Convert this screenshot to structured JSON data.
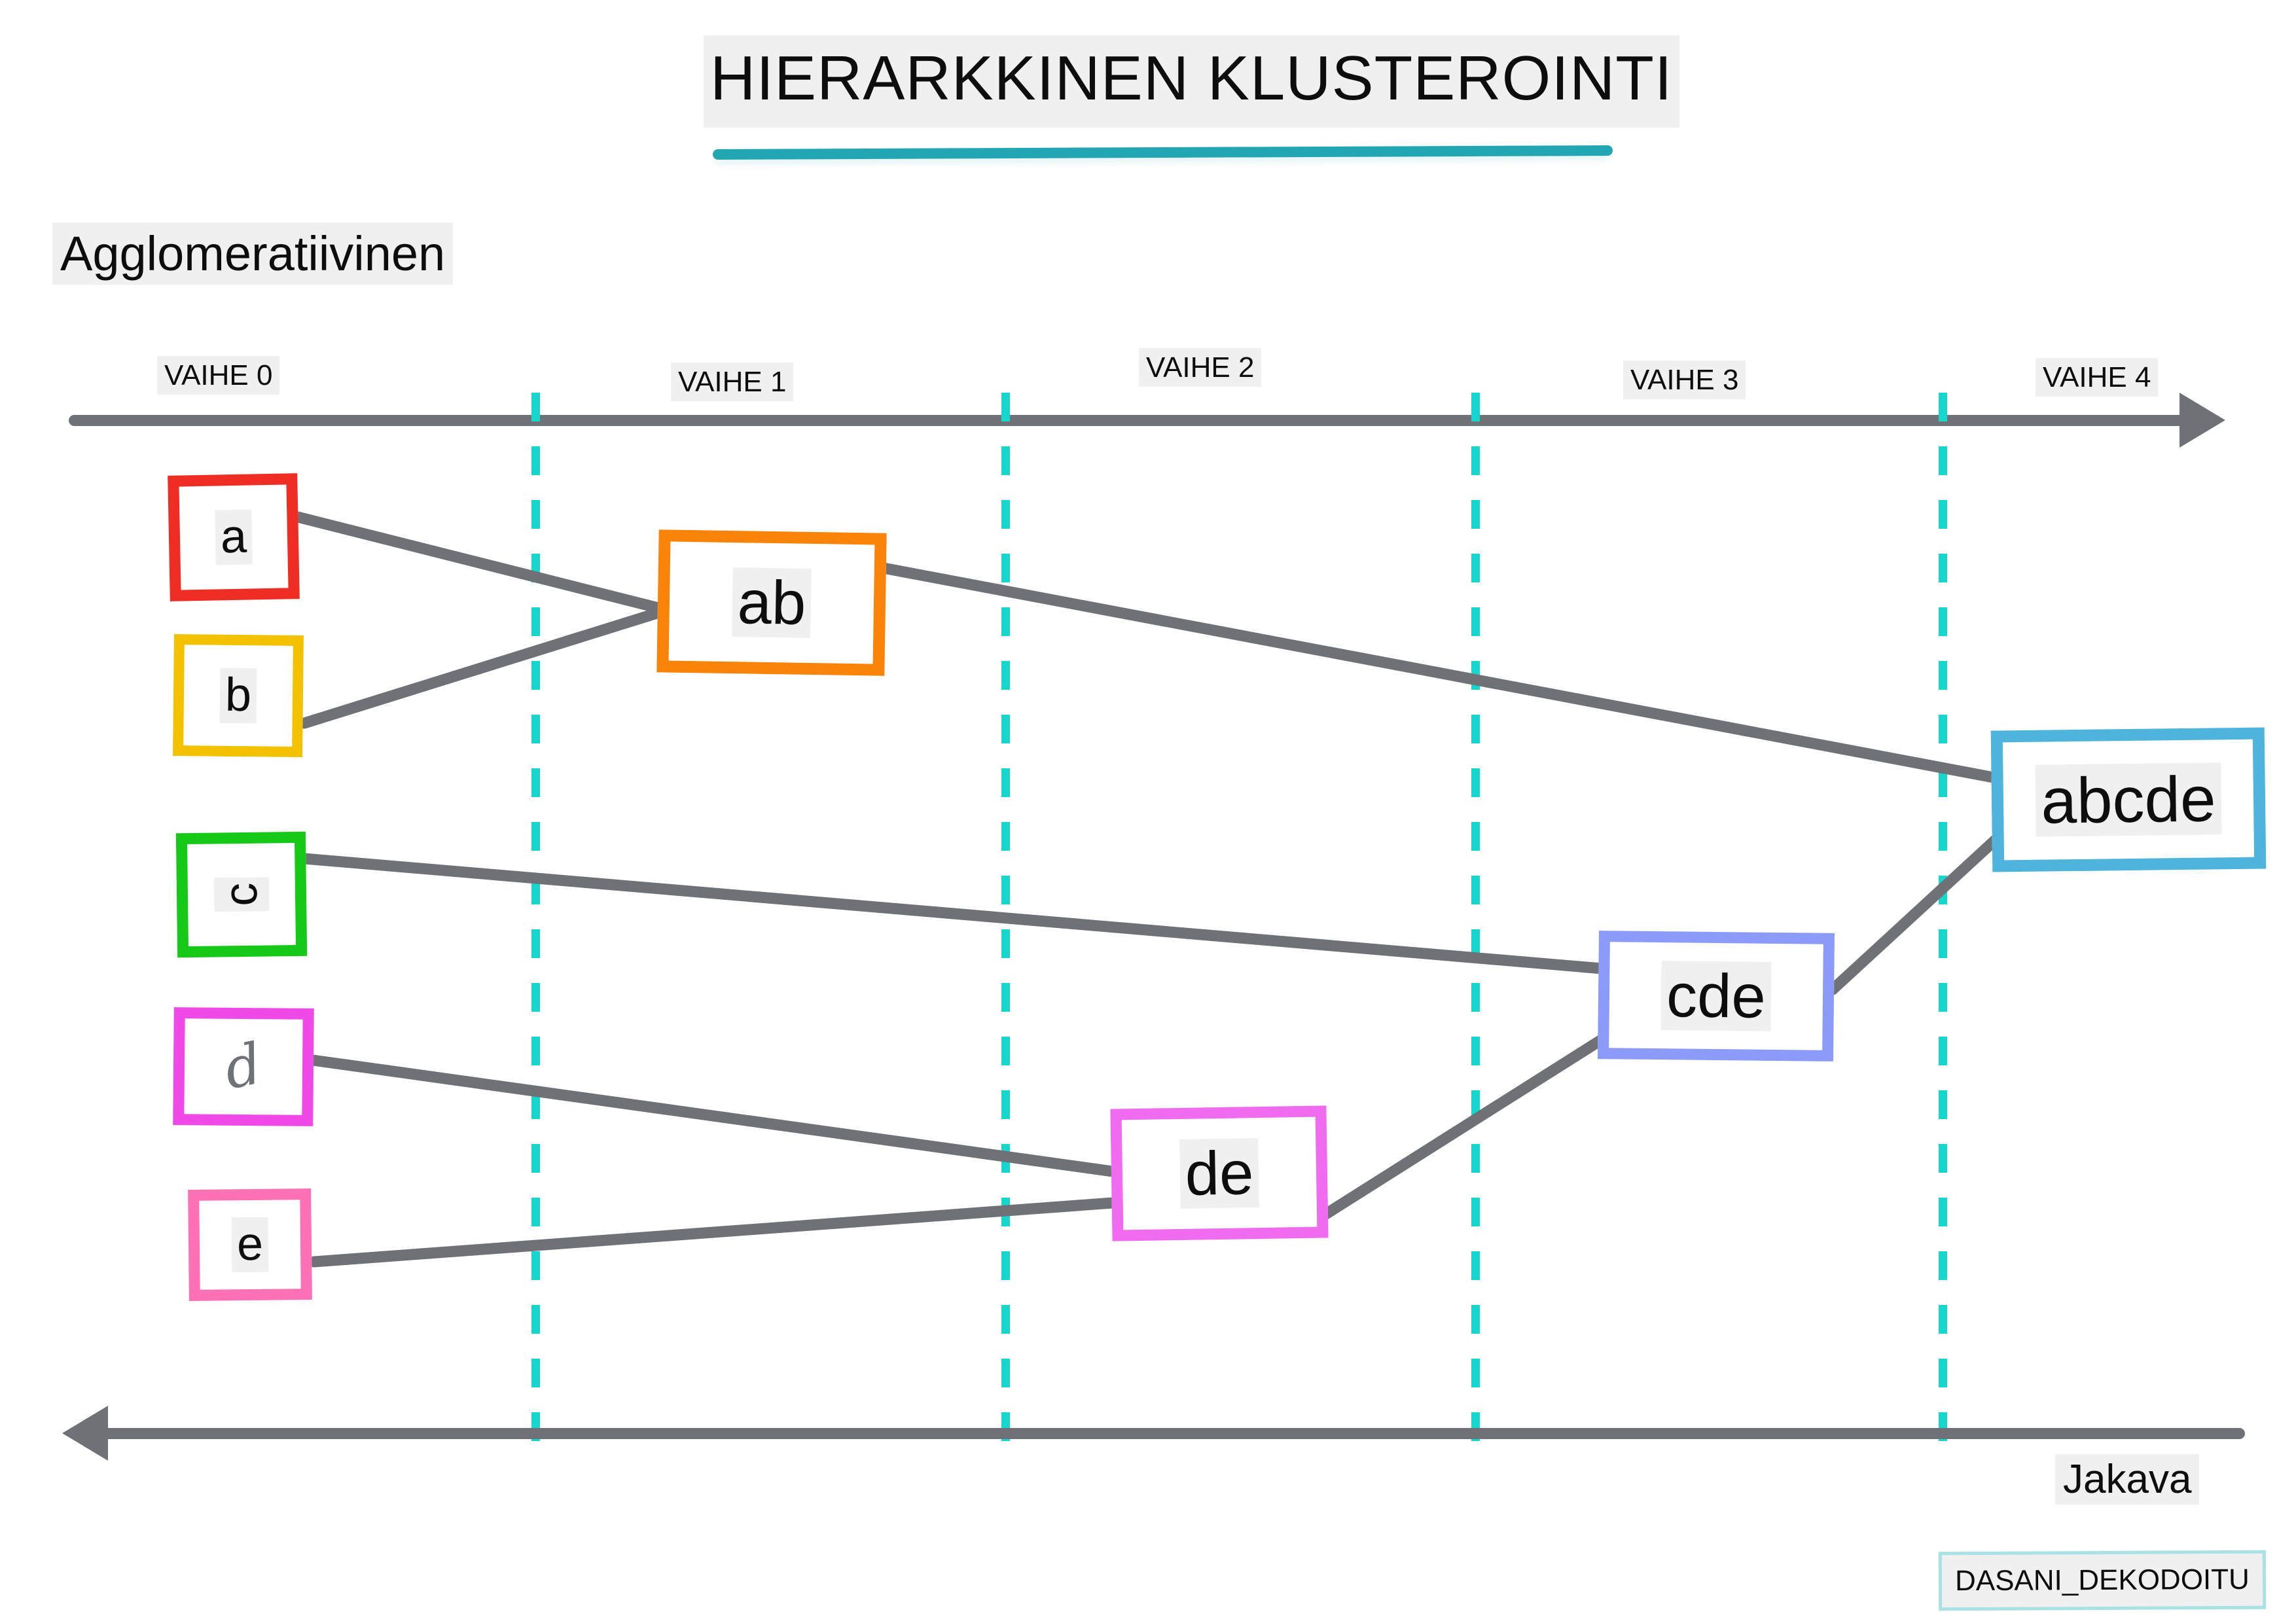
{
  "title": {
    "text": "HIERARKKINEN KLUSTEROINTI",
    "underline_color": "#22a6b3"
  },
  "section": {
    "agglomerative_label": "Agglomeratiivinen",
    "divisive_label": "Jakava"
  },
  "axis": {
    "stages": [
      {
        "label": "VAIHE 0"
      },
      {
        "label": "VAIHE 1"
      },
      {
        "label": "VAIHE 2"
      },
      {
        "label": "VAIHE 3"
      },
      {
        "label": "VAIHE 4"
      }
    ],
    "top_arrow_direction": "right",
    "bottom_arrow_direction": "left",
    "line_color": "#6e7277",
    "separator_color": "#17d6ce"
  },
  "nodes": [
    {
      "id": "a",
      "label": "a",
      "stage": 0,
      "border_color": "#ee2d24"
    },
    {
      "id": "b",
      "label": "b",
      "stage": 0,
      "border_color": "#f2c200"
    },
    {
      "id": "c",
      "label": "c",
      "stage": 0,
      "border_color": "#17c917"
    },
    {
      "id": "d",
      "label": "d",
      "stage": 0,
      "border_color": "#ef4ae8"
    },
    {
      "id": "e",
      "label": "e",
      "stage": 0,
      "border_color": "#fd72b5"
    },
    {
      "id": "ab",
      "label": "ab",
      "stage": 1,
      "border_color": "#fa8409"
    },
    {
      "id": "de",
      "label": "de",
      "stage": 2,
      "border_color": "#ef6cf0"
    },
    {
      "id": "cde",
      "label": "cde",
      "stage": 3,
      "border_color": "#8b9bf7"
    },
    {
      "id": "abcde",
      "label": "abcde",
      "stage": 4,
      "border_color": "#4fb4dc"
    }
  ],
  "edges": [
    {
      "from": "a",
      "to": "ab"
    },
    {
      "from": "b",
      "to": "ab"
    },
    {
      "from": "d",
      "to": "de"
    },
    {
      "from": "e",
      "to": "de"
    },
    {
      "from": "c",
      "to": "cde"
    },
    {
      "from": "de",
      "to": "cde"
    },
    {
      "from": "ab",
      "to": "abcde"
    },
    {
      "from": "cde",
      "to": "abcde"
    }
  ],
  "footer": {
    "badge_text": "DASANI_DEKODOITU"
  }
}
